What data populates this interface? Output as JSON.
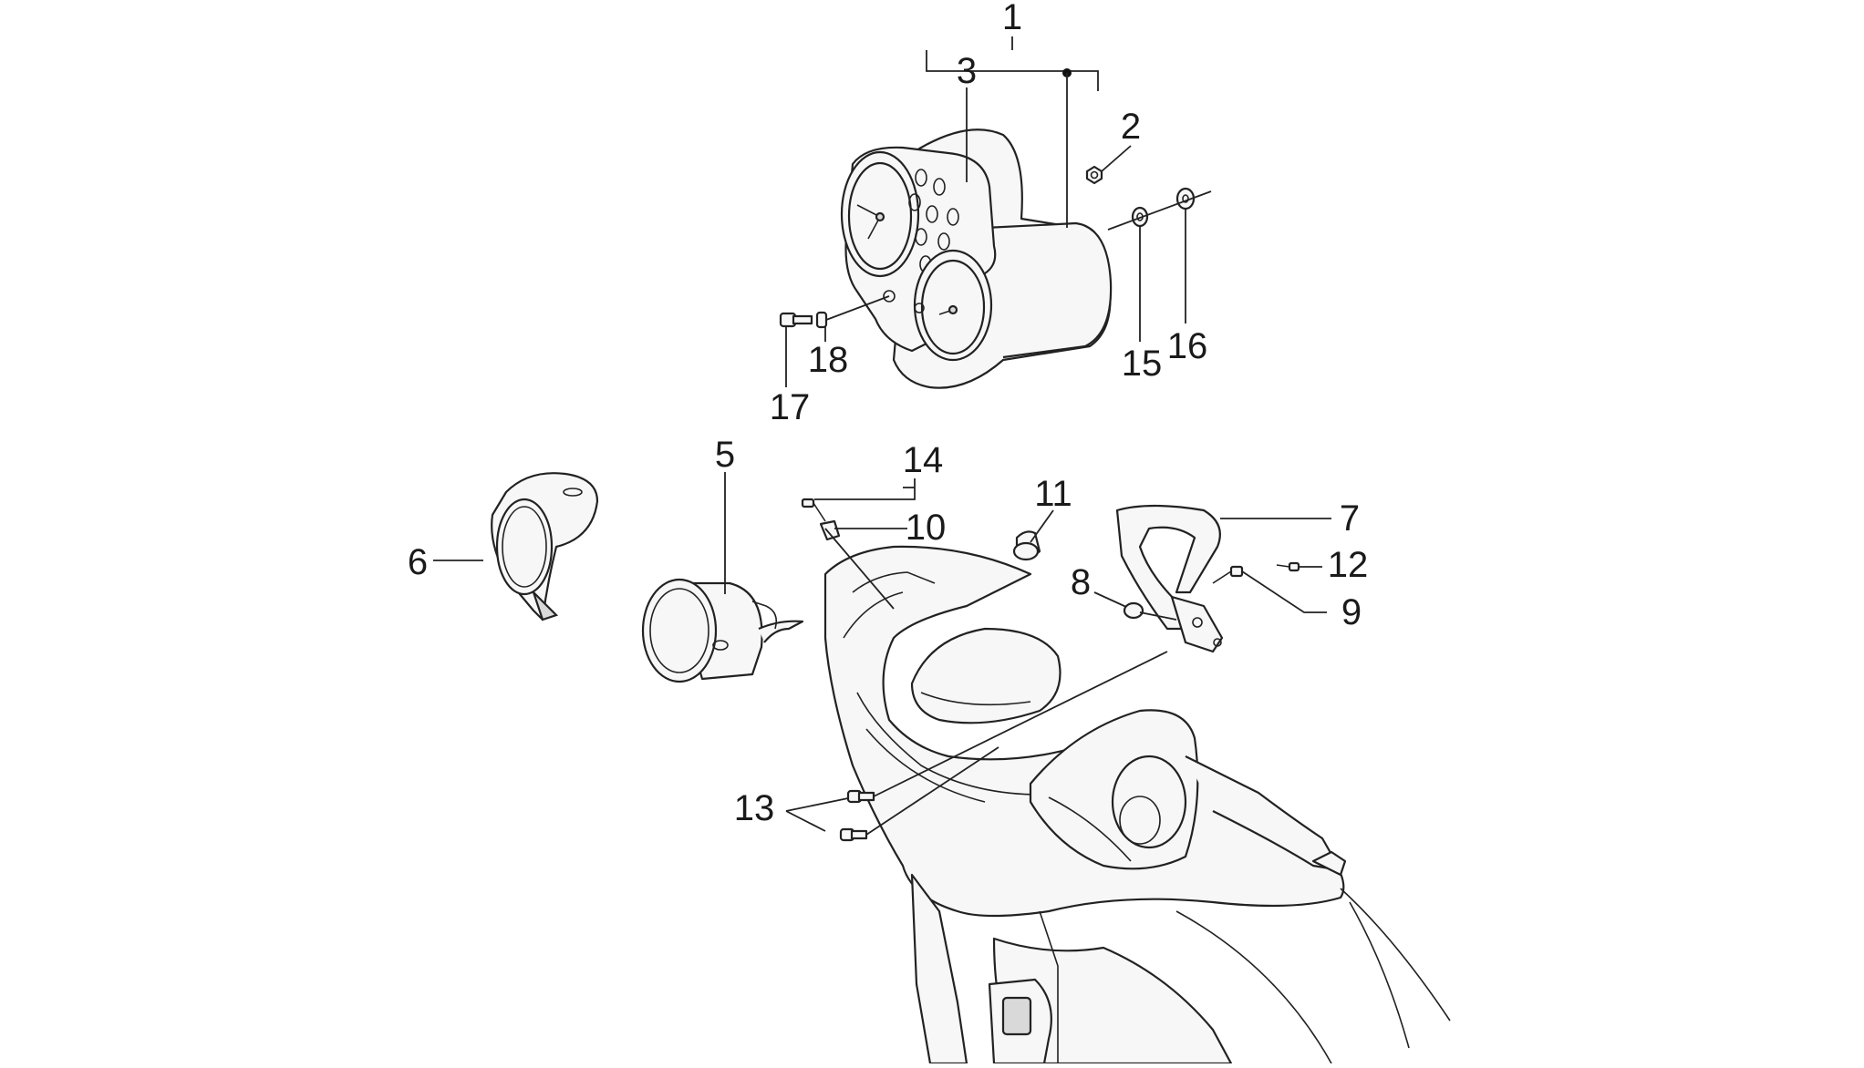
{
  "diagram": {
    "callouts": [
      {
        "id": "c1",
        "label": "1"
      },
      {
        "id": "c2",
        "label": "2"
      },
      {
        "id": "c3",
        "label": "3"
      },
      {
        "id": "c5",
        "label": "5"
      },
      {
        "id": "c6",
        "label": "6"
      },
      {
        "id": "c7",
        "label": "7"
      },
      {
        "id": "c8",
        "label": "8"
      },
      {
        "id": "c9",
        "label": "9"
      },
      {
        "id": "c10",
        "label": "10"
      },
      {
        "id": "c11",
        "label": "11"
      },
      {
        "id": "c12",
        "label": "12"
      },
      {
        "id": "c13",
        "label": "13"
      },
      {
        "id": "c14",
        "label": "14"
      },
      {
        "id": "c15",
        "label": "15"
      },
      {
        "id": "c16",
        "label": "16"
      },
      {
        "id": "c17",
        "label": "17"
      },
      {
        "id": "c18",
        "label": "18"
      }
    ]
  }
}
